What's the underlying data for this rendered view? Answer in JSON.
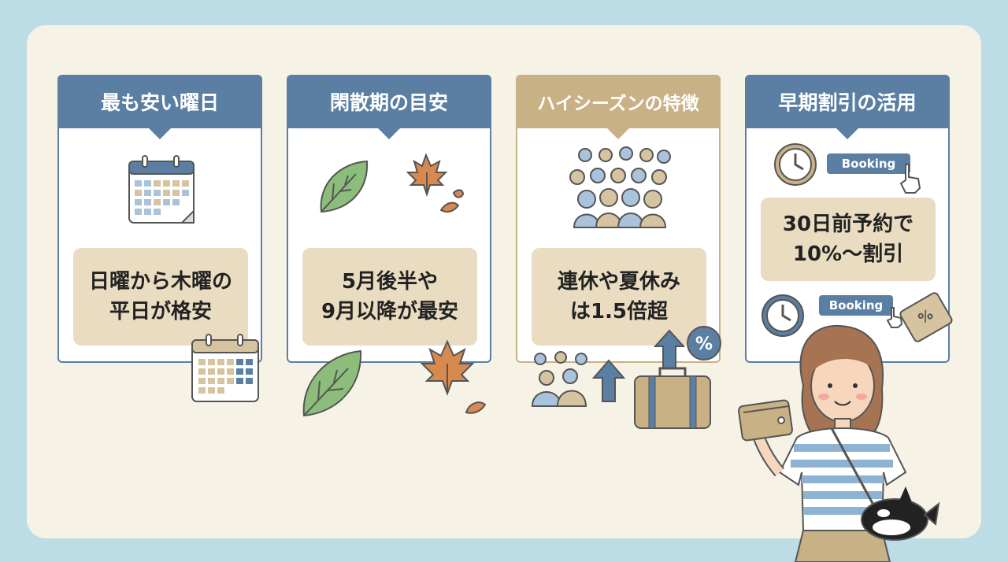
{
  "cards": [
    {
      "title": "最も安い曜日",
      "note_lines": [
        "日曜から木曜の",
        "平日が格安"
      ]
    },
    {
      "title": "閑散期の目安",
      "note_lines": [
        "5月後半や",
        "9月以降が最安"
      ]
    },
    {
      "title": "ハイシーズンの特徴",
      "note_lines": [
        "連休や夏休み",
        "は1.5倍超"
      ]
    },
    {
      "title": "早期割引の活用",
      "note_lines": [
        "30日前予約で",
        "10%〜割引"
      ]
    }
  ],
  "booking_labels": [
    "Booking",
    "Booking"
  ],
  "percent_badge": "%",
  "price_tag_symbol": "%",
  "colors": {
    "blue": "#5b7fa3",
    "tan": "#c9b186",
    "note": "#e9dcc1",
    "background": "#bcdce6",
    "board": "#f6f2e6"
  }
}
